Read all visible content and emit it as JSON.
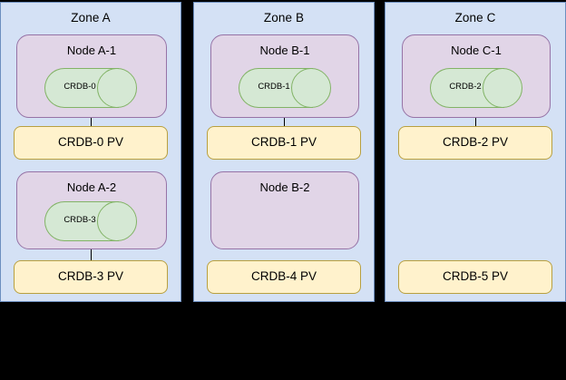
{
  "colors": {
    "background": "#000000",
    "zone_fill": "#d4e1f5",
    "zone_stroke": "#6c8ebf",
    "node_fill": "#e1d5e7",
    "node_stroke": "#9673a6",
    "db_fill": "#d5e8d4",
    "db_stroke": "#82b366",
    "pv_fill": "#fff2cc",
    "pv_stroke": "#b8a040",
    "text": "#000000"
  },
  "zones": [
    {
      "title": "Zone A",
      "rows": [
        {
          "node": {
            "title": "Node A-1",
            "database": "CRDB-0"
          },
          "connector": true,
          "pv": "CRDB-0 PV"
        },
        {
          "node": {
            "title": "Node A-2",
            "database": "CRDB-3"
          },
          "connector": true,
          "pv": "CRDB-3 PV"
        }
      ]
    },
    {
      "title": "Zone B",
      "rows": [
        {
          "node": {
            "title": "Node B-1",
            "database": "CRDB-1"
          },
          "connector": true,
          "pv": "CRDB-1 PV"
        },
        {
          "node": {
            "title": "Node B-2",
            "database": null
          },
          "connector": false,
          "pv": "CRDB-4 PV"
        }
      ]
    },
    {
      "title": "Zone C",
      "rows": [
        {
          "node": {
            "title": "Node C-1",
            "database": "CRDB-2"
          },
          "connector": true,
          "pv": "CRDB-2 PV"
        },
        {
          "node": null,
          "connector": false,
          "pv": "CRDB-5 PV"
        }
      ]
    }
  ]
}
